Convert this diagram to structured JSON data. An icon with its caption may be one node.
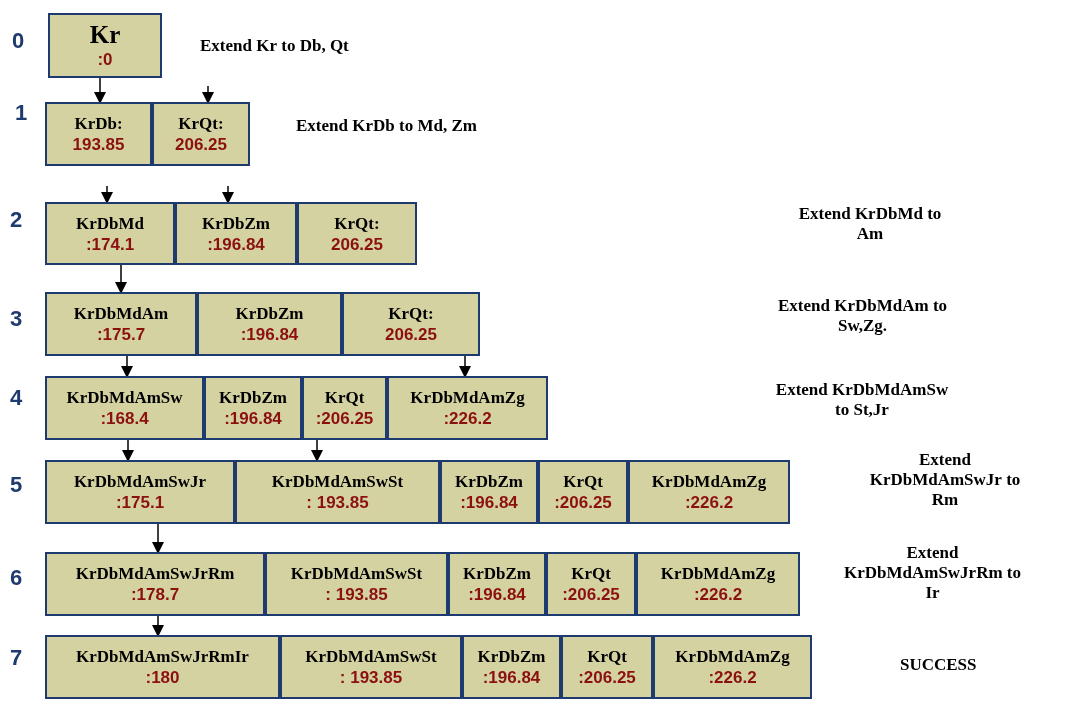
{
  "diagram": {
    "nodes": [
      {
        "text": [
          "Kr",
          ":0"
        ]
      },
      {
        "text": [
          "KrDb:",
          "193.85"
        ]
      },
      {
        "text": [
          "KrQt:",
          "206.25"
        ]
      },
      {
        "text": [
          "KrDbMd",
          ":174.1"
        ]
      },
      {
        "text": [
          "KrDbZm",
          ":196.84"
        ]
      },
      {
        "text": [
          "KrQt:",
          "206.25"
        ]
      },
      {
        "text": [
          "KrDbMdAm",
          ":175.7"
        ]
      },
      {
        "text": [
          "KrDbZm",
          ":196.84"
        ]
      },
      {
        "text": [
          "KrQt:",
          "206.25"
        ]
      },
      {
        "text": [
          "KrDbMdAmSw",
          ":168.4"
        ]
      },
      {
        "text": [
          "KrDbZm",
          ":196.84"
        ]
      },
      {
        "text": [
          "KrQt",
          ":206.25"
        ]
      },
      {
        "text": [
          "KrDbMdAmZg",
          ":226.2"
        ]
      },
      {
        "text": [
          "KrDbMdAmSwJr",
          ":175.1"
        ]
      },
      {
        "text": [
          "KrDbMdAmSwSt",
          ": 193.85"
        ]
      },
      {
        "text": [
          "KrDbZm",
          ":196.84"
        ]
      },
      {
        "text": [
          "KrQt",
          ":206.25"
        ]
      },
      {
        "text": [
          "KrDbMdAmZg",
          ":226.2"
        ]
      },
      {
        "text": [
          "KrDbMdAmSwJrRm",
          ":178.7"
        ]
      },
      {
        "text": [
          "KrDbMdAmSwSt",
          ": 193.85"
        ]
      },
      {
        "text": [
          "KrDbZm",
          ":196.84"
        ]
      },
      {
        "text": [
          "KrQt",
          ":206.25"
        ]
      },
      {
        "text": [
          "KrDbMdAmZg",
          ":226.2"
        ]
      },
      {
        "text": [
          "KrDbMdAmSwJrRmIr",
          ":180"
        ]
      },
      {
        "text": [
          "KrDbMdAmSwSt",
          ": 193.85"
        ]
      },
      {
        "text": [
          "KrDbZm",
          ":196.84"
        ]
      },
      {
        "text": [
          "KrQt",
          ":206.25"
        ]
      },
      {
        "text": [
          "KrDbMdAmZg",
          ":226.2"
        ]
      }
    ],
    "edges": [
      {
        "from": 0,
        "to": 1,
        "arrow": "to"
      },
      {
        "from": null,
        "to": 2,
        "arrow": "to"
      },
      {
        "from": null,
        "to": 3,
        "arrow": "to"
      },
      {
        "from": null,
        "to": 4,
        "arrow": "to"
      },
      {
        "from": 3,
        "to": 6,
        "arrow": "to"
      },
      {
        "from": 6,
        "to": 9,
        "arrow": "to"
      },
      {
        "from": 8,
        "to": 12,
        "arrow": "to"
      },
      {
        "from": 9,
        "to": 13,
        "arrow": "to"
      },
      {
        "from": 11,
        "to": 14,
        "arrow": "to"
      },
      {
        "from": 13,
        "to": 18,
        "arrow": "to"
      },
      {
        "from": 18,
        "to": 23,
        "arrow": "to"
      }
    ],
    "labels": [
      "0",
      "Extend **Kr** to Db, Qt",
      "1",
      "Extend **KrDb** to Md, Zm",
      "2",
      "Extend **KrDbMd** to Am",
      "3",
      "Extend **KrDbMdAm** to Sw,Zg.",
      "4",
      "Extend **KrDbMdAmSw** to St,Jr",
      "5",
      "Extend **KrDbMdAmSwJr** to Rm",
      "6",
      "Extend **KrDbMdAmSwJrRm** to Ir",
      "7",
      "SUCCESS"
    ]
  }
}
